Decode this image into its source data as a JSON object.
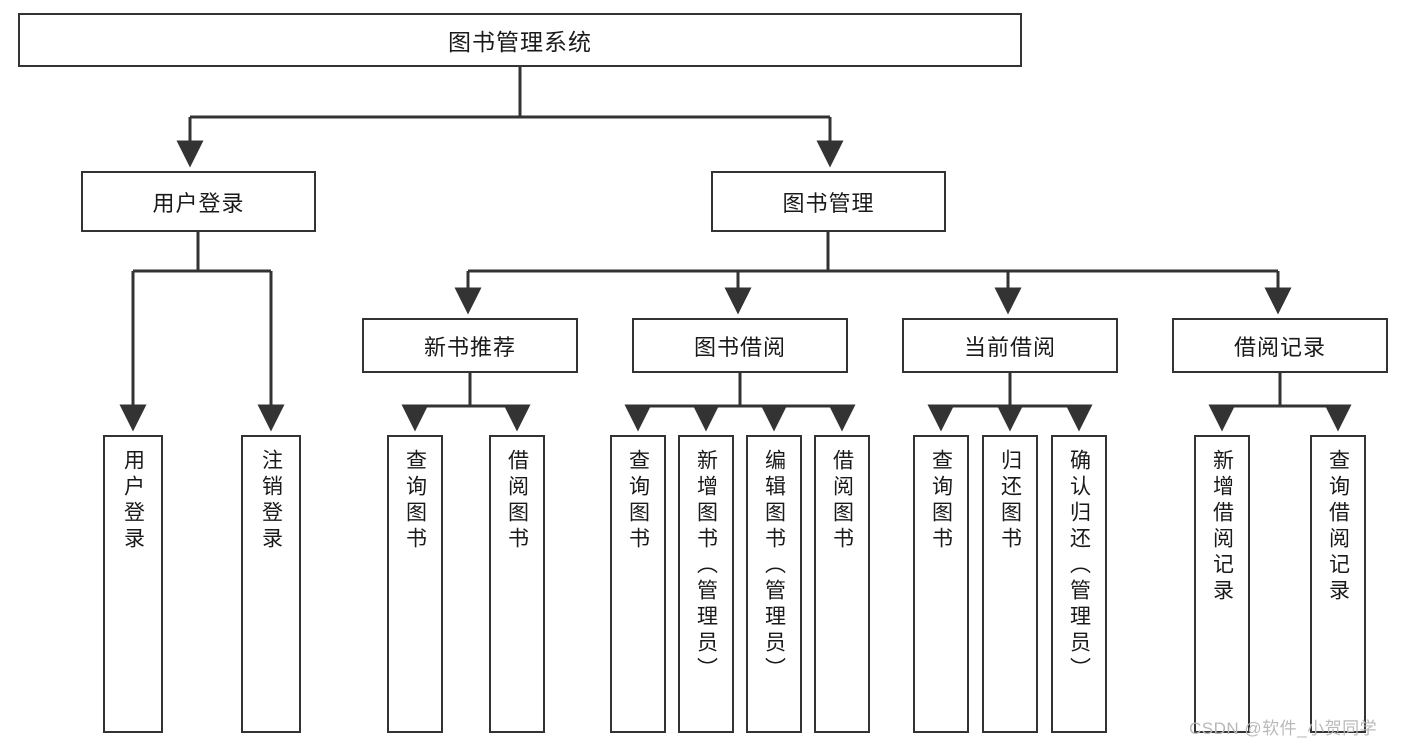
{
  "diagram": {
    "type": "tree-hierarchy",
    "title": "图书管理系统",
    "root": {
      "label": "图书管理系统"
    },
    "level2": [
      {
        "id": "user-login",
        "label": "用户登录"
      },
      {
        "id": "book-manage",
        "label": "图书管理"
      }
    ],
    "level3": [
      {
        "id": "new-book-rec",
        "label": "新书推荐"
      },
      {
        "id": "book-borrow",
        "label": "图书借阅"
      },
      {
        "id": "current-borrow",
        "label": "当前借阅"
      },
      {
        "id": "borrow-record",
        "label": "借阅记录"
      }
    ],
    "leaves": [
      {
        "id": "leaf-user-login",
        "label": "用户登录",
        "parent": "user-login"
      },
      {
        "id": "leaf-user-logout",
        "label": "注销登录",
        "parent": "user-login"
      },
      {
        "id": "leaf-query-book-1",
        "label": "查询图书",
        "parent": "new-book-rec"
      },
      {
        "id": "leaf-borrow-book-1",
        "label": "借阅图书",
        "parent": "new-book-rec"
      },
      {
        "id": "leaf-query-book-2",
        "label": "查询图书",
        "parent": "book-borrow"
      },
      {
        "id": "leaf-add-book",
        "label": "新增图书（管理员）",
        "parent": "book-borrow"
      },
      {
        "id": "leaf-edit-book",
        "label": "编辑图书（管理员）",
        "parent": "book-borrow"
      },
      {
        "id": "leaf-borrow-book-2",
        "label": "借阅图书",
        "parent": "book-borrow"
      },
      {
        "id": "leaf-query-book-3",
        "label": "查询图书",
        "parent": "current-borrow"
      },
      {
        "id": "leaf-return-book",
        "label": "归还图书",
        "parent": "current-borrow"
      },
      {
        "id": "leaf-confirm-return",
        "label": "确认归还（管理员）",
        "parent": "current-borrow"
      },
      {
        "id": "leaf-add-record",
        "label": "新增借阅记录",
        "parent": "borrow-record"
      },
      {
        "id": "leaf-query-record",
        "label": "查询借阅记录",
        "parent": "borrow-record"
      }
    ]
  },
  "watermark": {
    "text": "CSDN @软件_小贺同学"
  },
  "colors": {
    "border": "#333333",
    "background": "#ffffff",
    "text": "#1a1a1a",
    "watermark": "#b9b9b9"
  }
}
